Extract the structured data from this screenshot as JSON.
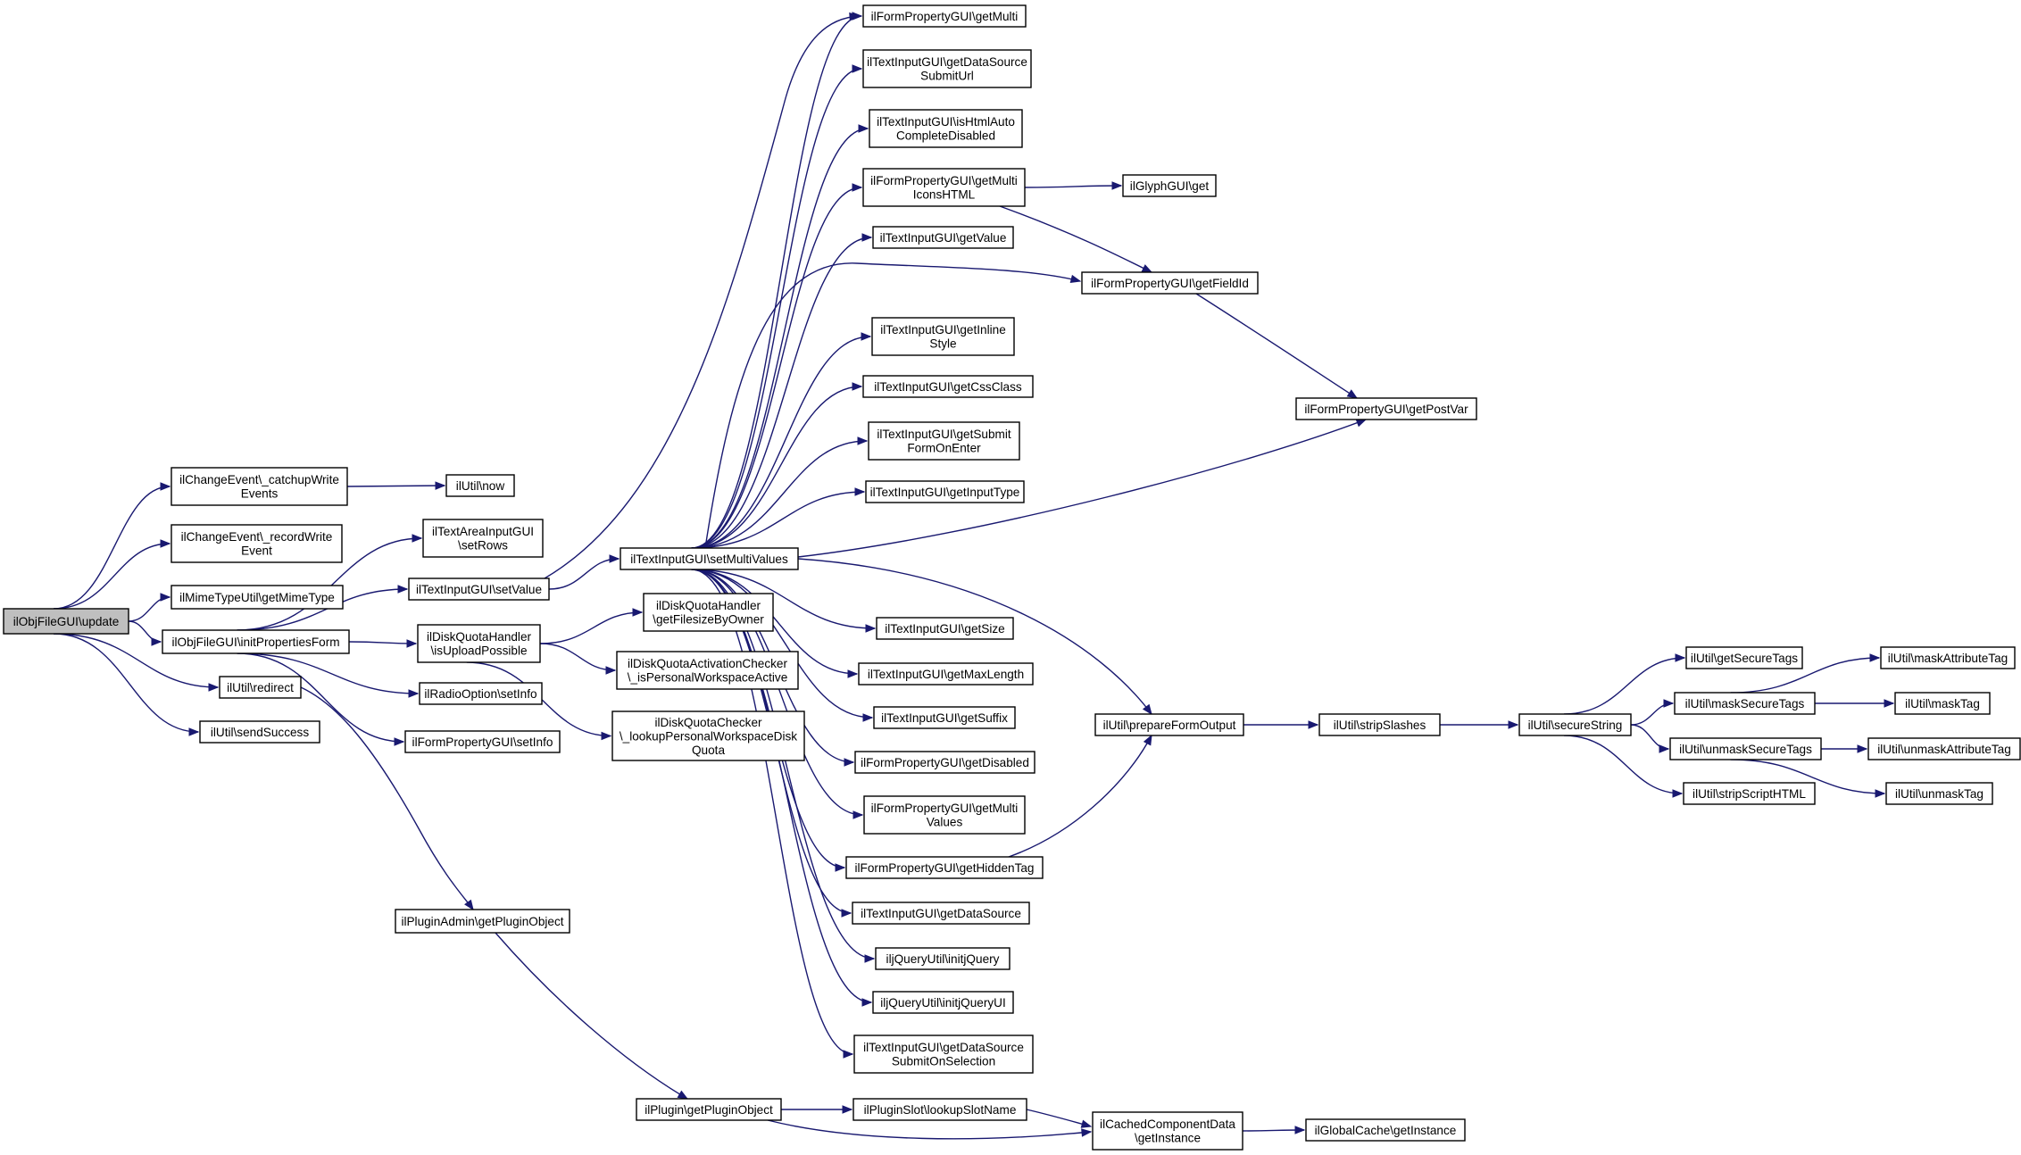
{
  "colors": {
    "edge": "#191970",
    "root_fill": "#bfbfbf",
    "node_fill": "#ffffff",
    "node_border": "#000000"
  },
  "nodes": [
    {
      "id": "update",
      "lines": [
        "ilObjFileGUI\\update"
      ],
      "root": true
    },
    {
      "id": "catchup",
      "lines": [
        "ilChangeEvent\\_catchupWrite",
        "Events"
      ]
    },
    {
      "id": "record",
      "lines": [
        "ilChangeEvent\\_recordWrite",
        "Event"
      ]
    },
    {
      "id": "mime",
      "lines": [
        "ilMimeTypeUtil\\getMimeType"
      ]
    },
    {
      "id": "initprops",
      "lines": [
        "ilObjFileGUI\\initPropertiesForm"
      ]
    },
    {
      "id": "redirect",
      "lines": [
        "ilUtil\\redirect"
      ]
    },
    {
      "id": "sendsuccess",
      "lines": [
        "ilUtil\\sendSuccess"
      ]
    },
    {
      "id": "now",
      "lines": [
        "ilUtil\\now"
      ]
    },
    {
      "id": "setrows",
      "lines": [
        "ilTextAreaInputGUI",
        "\\setRows"
      ]
    },
    {
      "id": "setvalue",
      "lines": [
        "ilTextInputGUI\\setValue"
      ]
    },
    {
      "id": "isupload",
      "lines": [
        "ilDiskQuotaHandler",
        "\\isUploadPossible"
      ]
    },
    {
      "id": "radioinfo",
      "lines": [
        "ilRadioOption\\setInfo"
      ]
    },
    {
      "id": "fpsetinfo",
      "lines": [
        "ilFormPropertyGUI\\setInfo"
      ]
    },
    {
      "id": "pluginadmin",
      "lines": [
        "ilPluginAdmin\\getPluginObject"
      ]
    },
    {
      "id": "setmulti",
      "lines": [
        "ilTextInputGUI\\setMultiValues"
      ]
    },
    {
      "id": "filesize",
      "lines": [
        "ilDiskQuotaHandler",
        "\\getFilesizeByOwner"
      ]
    },
    {
      "id": "isactive",
      "lines": [
        "ilDiskQuotaActivationChecker",
        "\\_isPersonalWorkspaceActive"
      ]
    },
    {
      "id": "lookupquota",
      "lines": [
        "ilDiskQuotaChecker",
        "\\_lookupPersonalWorkspaceDisk",
        "Quota"
      ]
    },
    {
      "id": "plugin",
      "lines": [
        "ilPlugin\\getPluginObject"
      ]
    },
    {
      "id": "getmulti",
      "lines": [
        "ilFormPropertyGUI\\getMulti"
      ]
    },
    {
      "id": "dsurl",
      "lines": [
        "ilTextInputGUI\\getDataSource",
        "SubmitUrl"
      ]
    },
    {
      "id": "htmlauto",
      "lines": [
        "ilTextInputGUI\\isHtmlAuto",
        "CompleteDisabled"
      ]
    },
    {
      "id": "multiicons",
      "lines": [
        "ilFormPropertyGUI\\getMulti",
        "IconsHTML"
      ]
    },
    {
      "id": "getvalue",
      "lines": [
        "ilTextInputGUI\\getValue"
      ]
    },
    {
      "id": "inline",
      "lines": [
        "ilTextInputGUI\\getInline",
        "Style"
      ]
    },
    {
      "id": "cssclass",
      "lines": [
        "ilTextInputGUI\\getCssClass"
      ]
    },
    {
      "id": "submitform",
      "lines": [
        "ilTextInputGUI\\getSubmit",
        "FormOnEnter"
      ]
    },
    {
      "id": "inputtype",
      "lines": [
        "ilTextInputGUI\\getInputType"
      ]
    },
    {
      "id": "size",
      "lines": [
        "ilTextInputGUI\\getSize"
      ]
    },
    {
      "id": "maxlength",
      "lines": [
        "ilTextInputGUI\\getMaxLength"
      ]
    },
    {
      "id": "suffix",
      "lines": [
        "ilTextInputGUI\\getSuffix"
      ]
    },
    {
      "id": "disabled",
      "lines": [
        "ilFormPropertyGUI\\getDisabled"
      ]
    },
    {
      "id": "multivalues",
      "lines": [
        "ilFormPropertyGUI\\getMulti",
        "Values"
      ]
    },
    {
      "id": "hiddentag",
      "lines": [
        "ilFormPropertyGUI\\getHiddenTag"
      ]
    },
    {
      "id": "datasource",
      "lines": [
        "ilTextInputGUI\\getDataSource"
      ]
    },
    {
      "id": "jquery",
      "lines": [
        "iljQueryUtil\\initjQuery"
      ]
    },
    {
      "id": "jqueryui",
      "lines": [
        "iljQueryUtil\\initjQueryUI"
      ]
    },
    {
      "id": "dssel",
      "lines": [
        "ilTextInputGUI\\getDataSource",
        "SubmitOnSelection"
      ]
    },
    {
      "id": "slot",
      "lines": [
        "ilPluginSlot\\lookupSlotName"
      ]
    },
    {
      "id": "glyph",
      "lines": [
        "ilGlyphGUI\\get"
      ]
    },
    {
      "id": "fieldid",
      "lines": [
        "ilFormPropertyGUI\\getFieldId"
      ]
    },
    {
      "id": "prepare",
      "lines": [
        "ilUtil\\prepareFormOutput"
      ]
    },
    {
      "id": "cached",
      "lines": [
        "ilCachedComponentData",
        "\\getInstance"
      ]
    },
    {
      "id": "postvar",
      "lines": [
        "ilFormPropertyGUI\\getPostVar"
      ]
    },
    {
      "id": "strip",
      "lines": [
        "ilUtil\\stripSlashes"
      ]
    },
    {
      "id": "globalcache",
      "lines": [
        "ilGlobalCache\\getInstance"
      ]
    },
    {
      "id": "secure",
      "lines": [
        "ilUtil\\secureString"
      ]
    },
    {
      "id": "gettags",
      "lines": [
        "ilUtil\\getSecureTags"
      ]
    },
    {
      "id": "masktags",
      "lines": [
        "ilUtil\\maskSecureTags"
      ]
    },
    {
      "id": "unmasktags",
      "lines": [
        "ilUtil\\unmaskSecureTags"
      ]
    },
    {
      "id": "stripscript",
      "lines": [
        "ilUtil\\stripScriptHTML"
      ]
    },
    {
      "id": "maskattr",
      "lines": [
        "ilUtil\\maskAttributeTag"
      ]
    },
    {
      "id": "masktag",
      "lines": [
        "ilUtil\\maskTag"
      ]
    },
    {
      "id": "unmaskattr",
      "lines": [
        "ilUtil\\unmaskAttributeTag"
      ]
    },
    {
      "id": "unmasktag",
      "lines": [
        "ilUtil\\unmaskTag"
      ]
    }
  ],
  "edges": [
    [
      "update",
      "catchup"
    ],
    [
      "update",
      "record"
    ],
    [
      "update",
      "mime"
    ],
    [
      "update",
      "initprops"
    ],
    [
      "update",
      "redirect"
    ],
    [
      "update",
      "sendsuccess"
    ],
    [
      "catchup",
      "now"
    ],
    [
      "initprops",
      "setrows"
    ],
    [
      "initprops",
      "setvalue"
    ],
    [
      "initprops",
      "isupload"
    ],
    [
      "initprops",
      "radioinfo"
    ],
    [
      "initprops",
      "fpsetinfo"
    ],
    [
      "redirect",
      "pluginadmin"
    ],
    [
      "setvalue",
      "getmulti"
    ],
    [
      "setvalue",
      "setmulti"
    ],
    [
      "isupload",
      "filesize"
    ],
    [
      "isupload",
      "isactive"
    ],
    [
      "isupload",
      "lookupquota"
    ],
    [
      "pluginadmin",
      "plugin"
    ],
    [
      "setmulti",
      "getmulti"
    ],
    [
      "setmulti",
      "dsurl"
    ],
    [
      "setmulti",
      "htmlauto"
    ],
    [
      "setmulti",
      "multiicons"
    ],
    [
      "setmulti",
      "getvalue"
    ],
    [
      "setmulti",
      "fieldid"
    ],
    [
      "setmulti",
      "inline"
    ],
    [
      "setmulti",
      "cssclass"
    ],
    [
      "setmulti",
      "submitform"
    ],
    [
      "setmulti",
      "inputtype"
    ],
    [
      "setmulti",
      "postvar"
    ],
    [
      "setmulti",
      "size"
    ],
    [
      "setmulti",
      "maxlength"
    ],
    [
      "setmulti",
      "suffix"
    ],
    [
      "setmulti",
      "disabled"
    ],
    [
      "setmulti",
      "multivalues"
    ],
    [
      "setmulti",
      "hiddentag"
    ],
    [
      "setmulti",
      "datasource"
    ],
    [
      "setmulti",
      "jquery"
    ],
    [
      "setmulti",
      "jqueryui"
    ],
    [
      "setmulti",
      "dssel"
    ],
    [
      "setmulti",
      "prepare"
    ],
    [
      "plugin",
      "slot"
    ],
    [
      "plugin",
      "cached"
    ],
    [
      "multiicons",
      "glyph"
    ],
    [
      "multiicons",
      "fieldid"
    ],
    [
      "hiddentag",
      "prepare"
    ],
    [
      "slot",
      "cached"
    ],
    [
      "fieldid",
      "postvar"
    ],
    [
      "prepare",
      "strip"
    ],
    [
      "cached",
      "globalcache"
    ],
    [
      "strip",
      "secure"
    ],
    [
      "secure",
      "gettags"
    ],
    [
      "secure",
      "masktags"
    ],
    [
      "secure",
      "unmasktags"
    ],
    [
      "secure",
      "stripscript"
    ],
    [
      "masktags",
      "maskattr"
    ],
    [
      "masktags",
      "masktag"
    ],
    [
      "unmasktags",
      "unmaskattr"
    ],
    [
      "unmasktags",
      "unmasktag"
    ]
  ]
}
